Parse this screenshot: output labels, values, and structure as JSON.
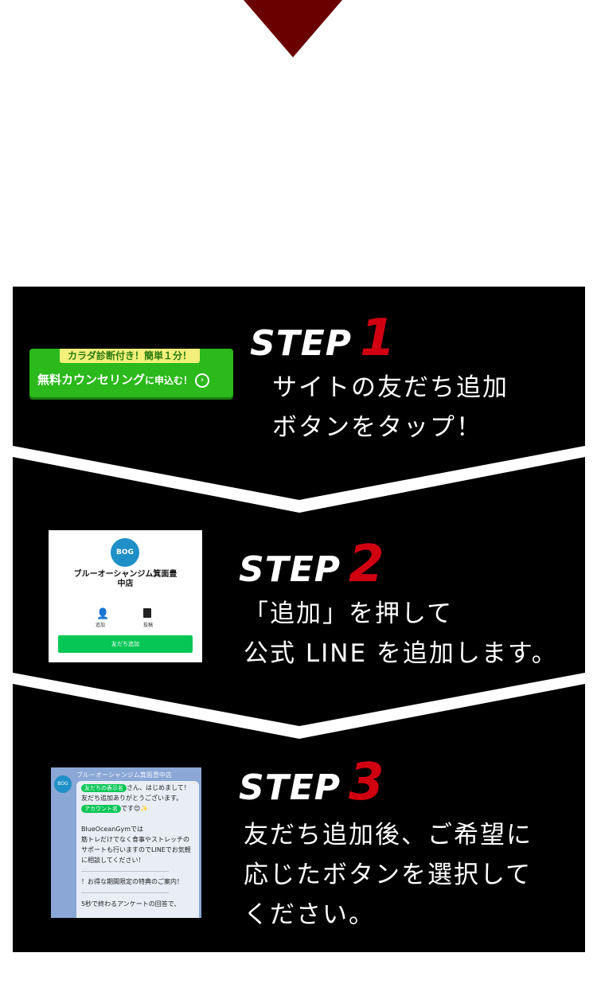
{
  "step1": {
    "word": "STEP",
    "number": "1",
    "text": "サイトの友だち追加\nボタンをタップ！",
    "cta_top": "カラダ診断付き！簡単１分！",
    "cta_main": "無料カウンセリング",
    "cta_suffix": "に申込む！"
  },
  "step2": {
    "word": "STEP",
    "number": "2",
    "text": "「追加」を押して\n公式 LINE を追加します。",
    "account_name": "ブルーオーシャンジム箕面豊\n中店",
    "add_label": "追加",
    "post_label": "投稿",
    "add_friend_button": "友だち追加"
  },
  "step3": {
    "word": "STEP",
    "number": "3",
    "text": "友だち追加後、ご希望に\n応じたボタンを選択して\nください。",
    "chat_title": "ブルーオーシャンジム箕面豊中店",
    "chip_friend": "友だちの表示名",
    "line1_suffix": "さん、はじめまして！",
    "line2": "友だち追加ありがとうございます。",
    "chip_account": "アカウント名",
    "line3_suffix": "です😊✨",
    "line4": "BlueOceanGymでは",
    "line5": "筋トレだけでなく食事やストレッチの",
    "line6": "サポートも行いますのでLINEでお気軽",
    "line7": "に相談してください！",
    "line8": "！お得な期間限定の特典のご案内！",
    "line9": "5秒で終わるアンケートの回答で、"
  },
  "colors": {
    "arrow": "#6b0000",
    "background_panel": "#000000",
    "step_number": "#d10010",
    "cta_green": "#2bb91b",
    "line_green": "#06c755"
  }
}
